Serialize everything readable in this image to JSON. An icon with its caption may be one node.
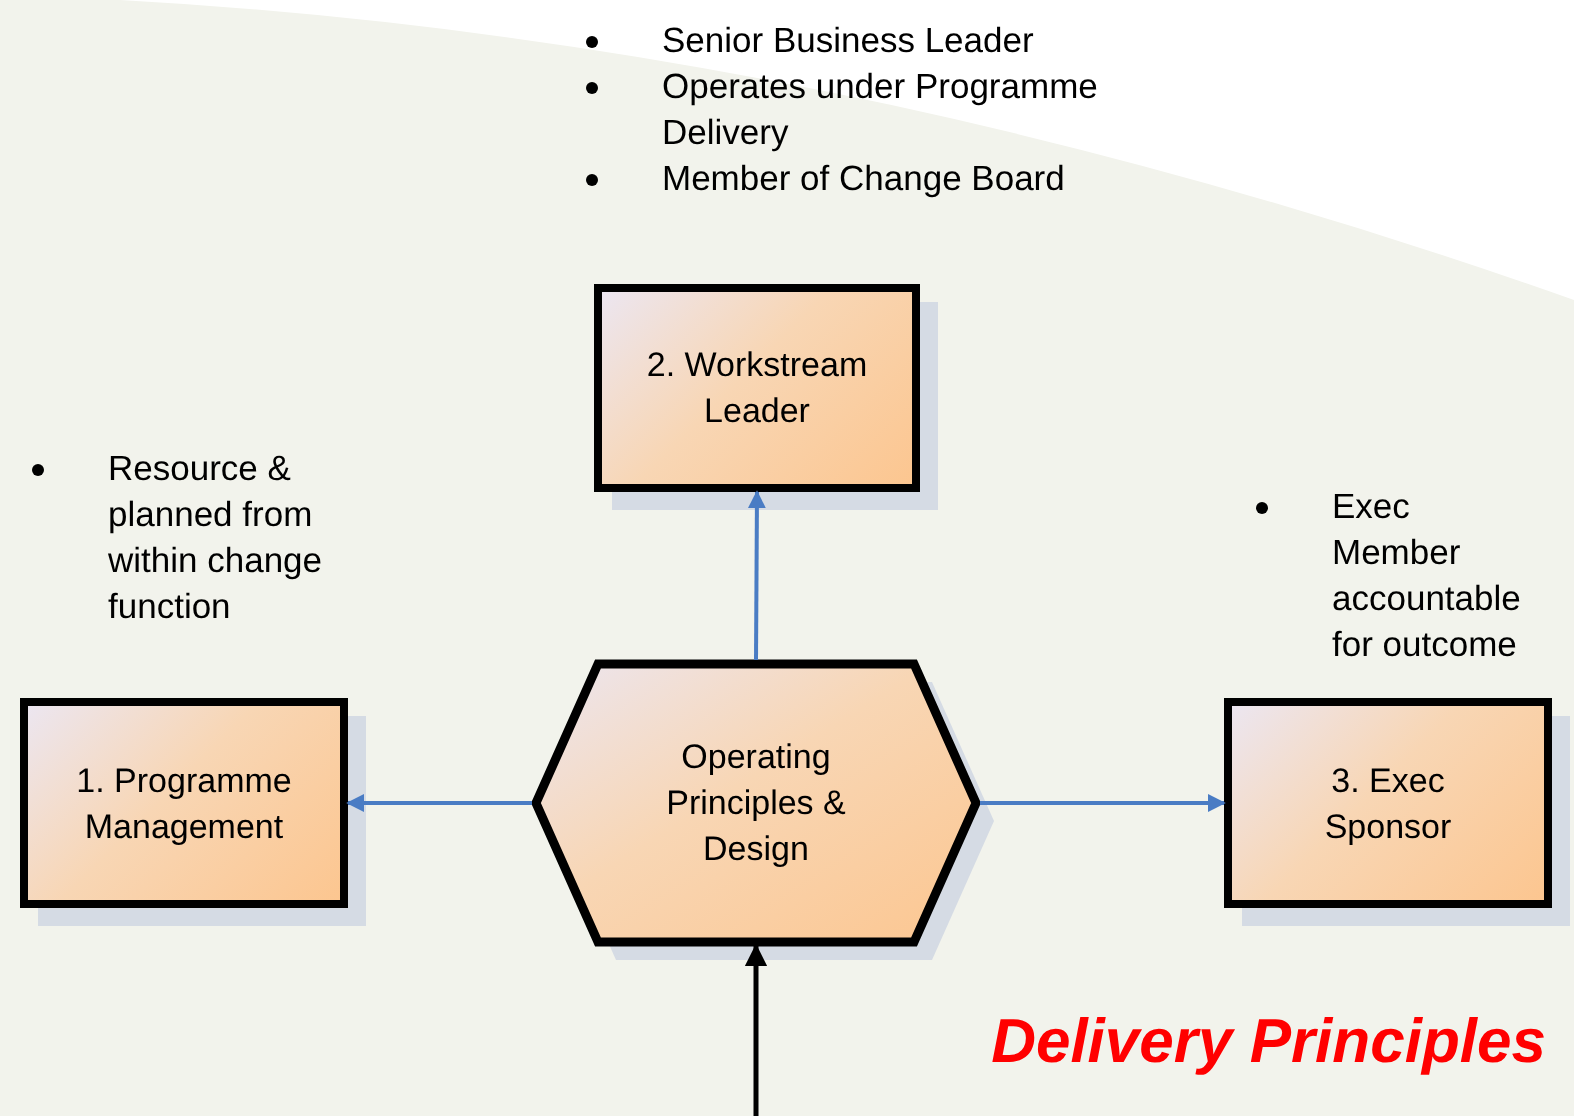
{
  "diagram": {
    "title": "Delivery Principles",
    "nodes": [
      {
        "text": [
          "2. Workstream Leader"
        ],
        "beside": [
          "Senior Business Leader",
          "Operates under Programme Delivery",
          "Member of Change Board"
        ]
      },
      {
        "text": [
          "1. Programme Management"
        ],
        "beside": [
          "Resource & planned from within change function"
        ]
      },
      {
        "text": [
          "Operating Principles & Design"
        ]
      },
      {
        "text": [
          "3. Exec Sponsor"
        ],
        "beside": [
          "Exec Member accountable for outcome"
        ]
      }
    ],
    "edges": [
      {
        "from": 2,
        "to": 0,
        "arrow": "to"
      },
      {
        "from": 2,
        "to": 1,
        "arrow": "to"
      },
      {
        "from": 2,
        "to": 3,
        "arrow": "to"
      },
      {
        "from": null,
        "to": 2,
        "arrow": "to",
        "color": "#000000"
      }
    ]
  }
}
